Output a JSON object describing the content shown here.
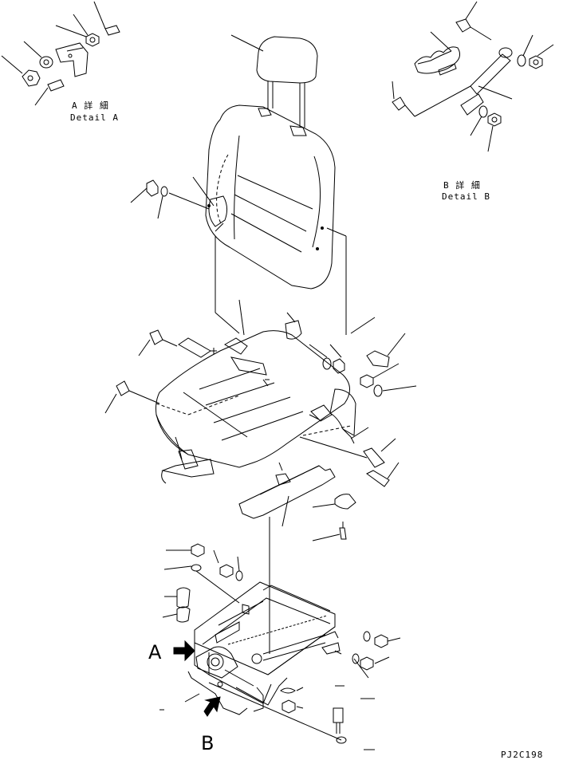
{
  "detail_a": {
    "jp": "A 詳 細",
    "en": "Detail A"
  },
  "detail_b": {
    "jp": "B 詳 細",
    "en": "Detail B"
  },
  "arrow_a_label": "A",
  "arrow_b_label": "B",
  "drawing_code": "PJ2C198",
  "colors": {
    "line": "#000000",
    "background": "#ffffff"
  }
}
